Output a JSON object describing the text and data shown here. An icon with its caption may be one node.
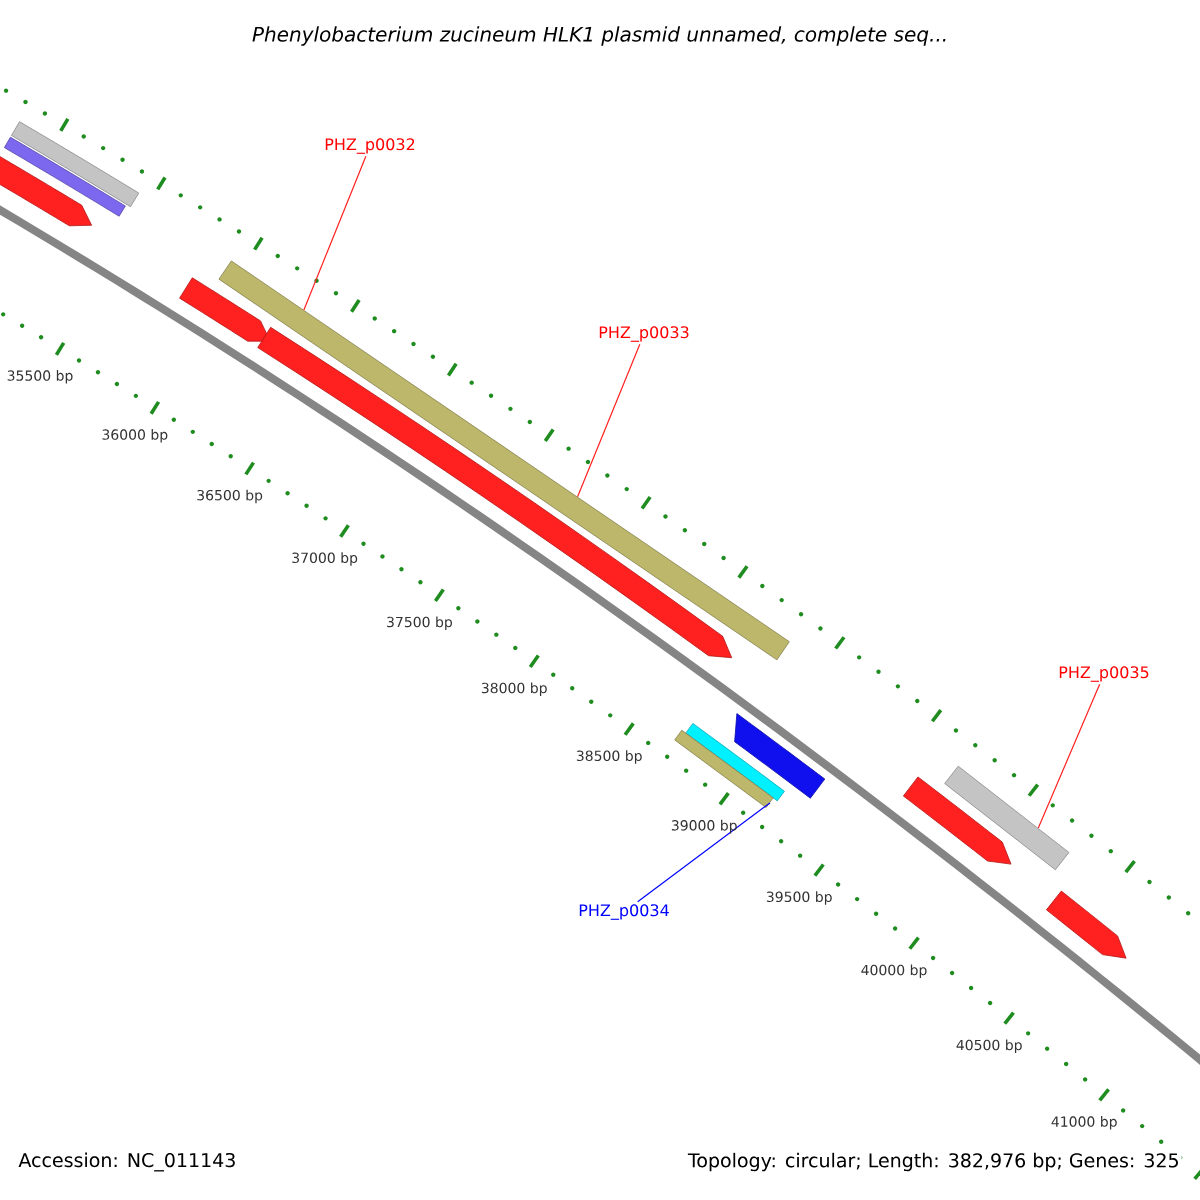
{
  "diagram": {
    "title": "Phenylobacterium zucineum HLK1 plasmid unnamed, complete seq...",
    "nodes": [
      {
        "text": [
          "PHZ_p0032"
        ]
      },
      {
        "text": [
          "PHZ_p0033"
        ]
      },
      {
        "text": [
          "PHZ_p0035"
        ]
      },
      {
        "text": [
          "PHZ_p0034"
        ]
      },
      {
        "text": [],
        "shape": "bar"
      },
      {
        "text": [],
        "shape": "bar"
      },
      {
        "text": [],
        "shape": "bar"
      }
    ],
    "edges": [
      {
        "from": 0,
        "to": 4,
        "arrow": "none"
      },
      {
        "from": 1,
        "to": 4,
        "arrow": "none"
      },
      {
        "from": 2,
        "to": 5,
        "arrow": "none"
      },
      {
        "from": 3,
        "to": 6,
        "arrow": "none",
        "color": "#0000ff"
      }
    ],
    "labels": [
      "35500 bp",
      "36000 bp",
      "36500 bp",
      "37000 bp",
      "37500 bp",
      "38000 bp",
      "38500 bp",
      "39000 bp",
      "39500 bp",
      "40000 bp",
      "40500 bp",
      "41000 bp",
      "Accession: NC_011143",
      "Topology: circular; Length: 382,976 bp; Genes: 325"
    ]
  }
}
